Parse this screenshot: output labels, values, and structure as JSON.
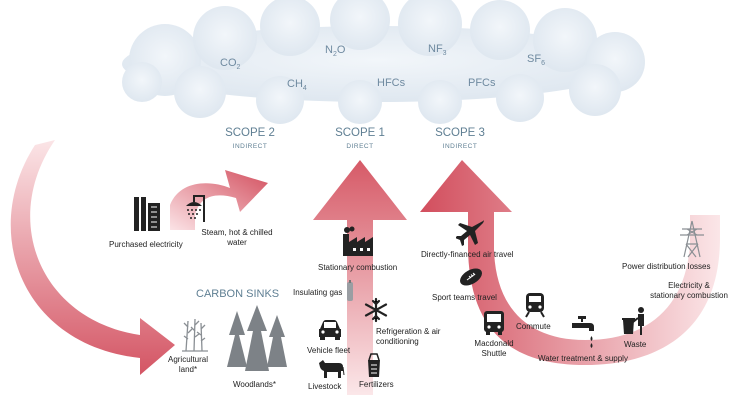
{
  "gases": {
    "co2": "CO",
    "co2_sub": "2",
    "n2o_a": "N",
    "n2o_sub": "2",
    "n2o_b": "O",
    "nf3": "NF",
    "nf3_sub": "3",
    "sf6": "SF",
    "sf6_sub": "6",
    "ch4": "CH",
    "ch4_sub": "4",
    "hfcs": "HFCs",
    "pfcs": "PFCs"
  },
  "scopes": {
    "scope2": {
      "title": "SCOPE 2",
      "subtitle": "INDIRECT"
    },
    "scope1": {
      "title": "SCOPE 1",
      "subtitle": "DIRECT"
    },
    "scope3": {
      "title": "SCOPE 3",
      "subtitle": "INDIRECT"
    }
  },
  "carbon_sinks": {
    "title": "CARBON SINKS",
    "agricultural": "Agricultural\nland*",
    "woodlands": "Woodlands*"
  },
  "scope2_items": {
    "purchased_electricity": "Purchased electricity",
    "steam": "Steam, hot & chilled\nwater"
  },
  "scope1_items": {
    "stationary_combustion": "Stationary combustion",
    "insulating_gas": "Insulating gas",
    "refrigeration": "Refrigeration & air\nconditioning",
    "vehicle_fleet": "Vehicle fleet",
    "livestock": "Livestock",
    "fertilizers": "Fertilizers"
  },
  "scope3_items": {
    "air_travel": "Directly-financed air travel",
    "sport_teams": "Sport teams travel",
    "commute": "Commute",
    "macdonald_shuttle": "Macdonald\nShuttle",
    "water_treatment": "Water treatment & supply",
    "waste": "Waste",
    "power_losses": "Power distribution losses",
    "electricity_stationary": "Electricity &\nstationary combustion"
  },
  "colors": {
    "arrow_dark": "#cf4a58",
    "arrow_light": "#f6d3d6",
    "cloud": "#e6edf5",
    "label_blue": "#5f7f93"
  }
}
